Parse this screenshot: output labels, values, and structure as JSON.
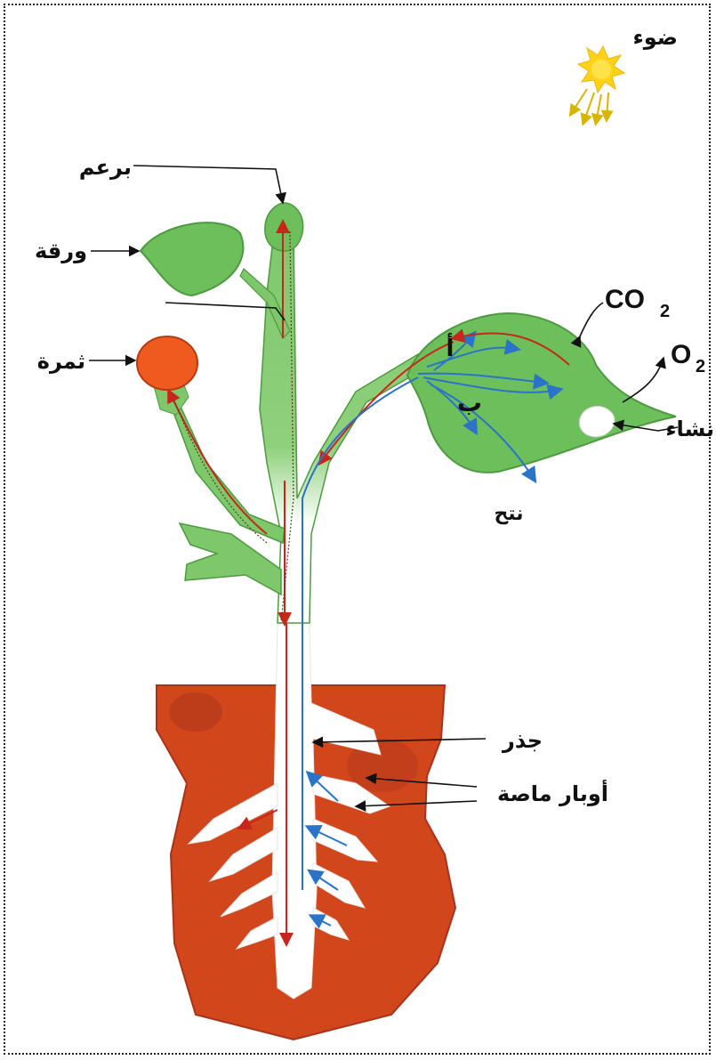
{
  "labels": {
    "light": "ضوء",
    "bud": "برعم",
    "leaf": "ورقة",
    "fruit": "ثمرة",
    "starch": "نشاء",
    "transpiration": "نتح",
    "root": "جذر",
    "root_hairs": "أوبار ماصة",
    "mark_a": "أ",
    "mark_b": "ب",
    "co2_base": "CO",
    "co2_sub": "2",
    "o2_base": "O",
    "o2_sub": "2"
  },
  "colors": {
    "leaf_green": "#6cbf5a",
    "stem_green": "#7ec86b",
    "soil": "#d2461b",
    "soil_dark": "#a8321a",
    "fruit": "#ef5a1e",
    "phloem_arrow": "#c8261a",
    "xylem_arrow": "#2a73c9",
    "sun": "#ffd21a"
  }
}
